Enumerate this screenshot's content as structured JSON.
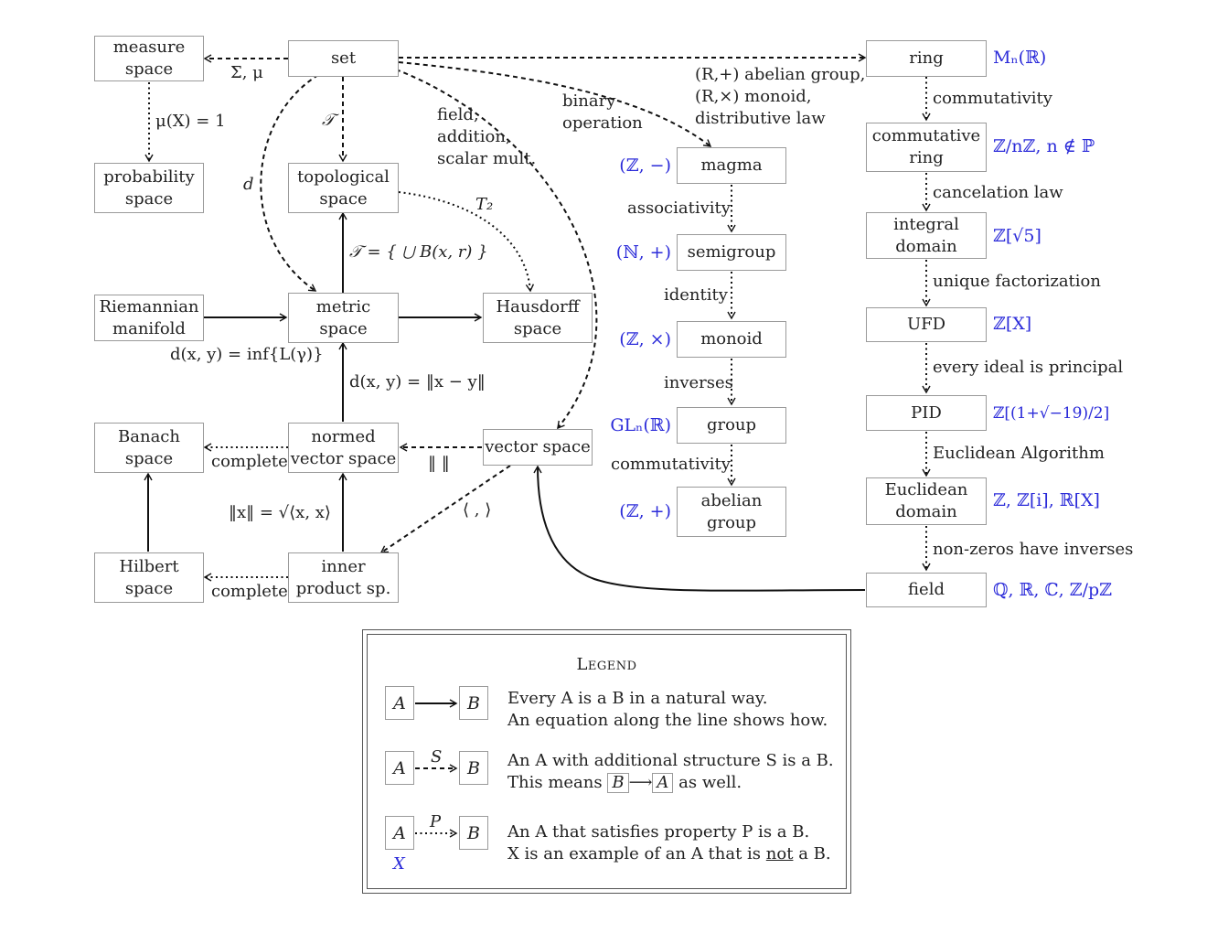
{
  "nodes": {
    "measure_space": [
      "measure",
      "space"
    ],
    "set": [
      "set"
    ],
    "probability_space": [
      "probability",
      "space"
    ],
    "topological_space": [
      "topological",
      "space"
    ],
    "riemannian_manifold": [
      "Riemannian",
      "manifold"
    ],
    "metric_space": [
      "metric",
      "space"
    ],
    "hausdorff_space": [
      "Hausdorff",
      "space"
    ],
    "banach_space": [
      "Banach",
      "space"
    ],
    "normed_vector_space": [
      "normed",
      "vector space"
    ],
    "vector_space": [
      "vector space"
    ],
    "hilbert_space": [
      "Hilbert",
      "space"
    ],
    "inner_product_space": [
      "inner",
      "product sp."
    ],
    "magma": [
      "magma"
    ],
    "semigroup": [
      "semigroup"
    ],
    "monoid": [
      "monoid"
    ],
    "group": [
      "group"
    ],
    "abelian_group": [
      "abelian",
      "group"
    ],
    "ring": [
      "ring"
    ],
    "commutative_ring": [
      "commutative",
      "ring"
    ],
    "integral_domain": [
      "integral",
      "domain"
    ],
    "ufd": [
      "UFD"
    ],
    "pid": [
      "PID"
    ],
    "euclidean_domain": [
      "Euclidean",
      "domain"
    ],
    "field": [
      "field"
    ]
  },
  "edge_labels": {
    "sigma_mu": "Σ, μ",
    "mu_x_1": "μ(X) = 1",
    "tau": "𝒯",
    "d": "d",
    "t2": "T₂",
    "tau_union": "𝒯 = { ⋃ B(x, r) }",
    "inf_length": "d(x, y) = inf{L(γ)}",
    "norm_metric": "d(x, y) = ‖x − y‖",
    "complete_banach": "complete",
    "complete_hilbert": "complete",
    "norm_symbol": "‖ ‖",
    "inner_symbol": "⟨ , ⟩",
    "norm_from_inner": "‖x‖ = √⟨x, x⟩",
    "field_addition": [
      "field,",
      "addition,",
      "scalar mult."
    ],
    "binary_operation": [
      "binary",
      "operation"
    ],
    "ring_axioms": [
      "(R,+) abelian group,",
      "(R,×) monoid,",
      "distributive law"
    ],
    "associativity": "associativity",
    "identity": "identity",
    "inverses": "inverses",
    "commutativity_group": "commutativity",
    "commutativity_ring": "commutativity",
    "cancelation_law": "cancelation law",
    "unique_factorization": "unique factorization",
    "every_ideal_principal": "every ideal is principal",
    "euclidean_algorithm": "Euclidean Algorithm",
    "nonzeros_inverses": "non-zeros have inverses"
  },
  "examples": {
    "magma": "(ℤ, −)",
    "semigroup": "(ℕ, +)",
    "monoid": "(ℤ, ×)",
    "group": "GLₙ(ℝ)",
    "abelian_group": "(ℤ, +)",
    "ring": "Mₙ(ℝ)",
    "commutative_ring": "ℤ/nℤ, n ∉ ℙ",
    "integral_domain": "ℤ[√5]",
    "ufd": "ℤ[X]",
    "pid": "ℤ[(1+√−19)/2]",
    "euclidean_domain": "ℤ,  ℤ[i],  ℝ[X]",
    "field": "ℚ,  ℝ,  ℂ,  ℤ/pℤ"
  },
  "legend": {
    "title": "Legend",
    "box_a": "A",
    "box_b": "B",
    "label_s": "S",
    "label_p": "P",
    "example_x": "X",
    "row1": [
      "Every A is a B in a natural way.",
      "An equation along the line shows how."
    ],
    "row2_line1": "An A with additional structure S is a B.",
    "row2_line2_pre": "This means",
    "row2_line2_post": "as well.",
    "row3_line1": "An A that satisfies property P is a B.",
    "row3_line2_pre": "X is an example of an A that is",
    "row3_line2_not": "not",
    "row3_line2_post": "a B."
  },
  "colors": {
    "example": "#2b2bd9",
    "box_border": "#9a9a9a",
    "line": "#111111"
  }
}
